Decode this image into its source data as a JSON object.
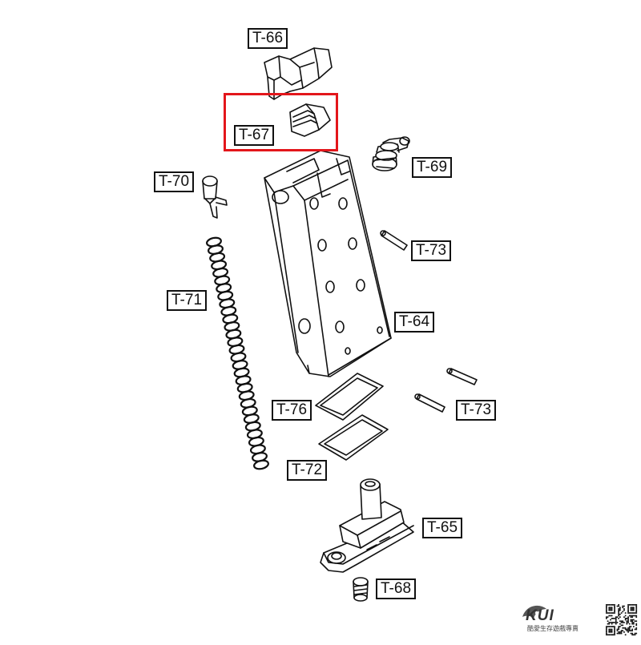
{
  "labels": {
    "t66": "T-66",
    "t67": "T-67",
    "t69": "T-69",
    "t70": "T-70",
    "t73a": "T-73",
    "t71": "T-71",
    "t64": "T-64",
    "t76": "T-76",
    "t73b": "T-73",
    "t72": "T-72",
    "t65": "T-65",
    "t68": "T-68"
  },
  "highlight": {
    "color": "#e3161b",
    "part": "T-67"
  },
  "brand": {
    "name": "KUI",
    "slogan": "酷愛生存遊戲專賣"
  }
}
